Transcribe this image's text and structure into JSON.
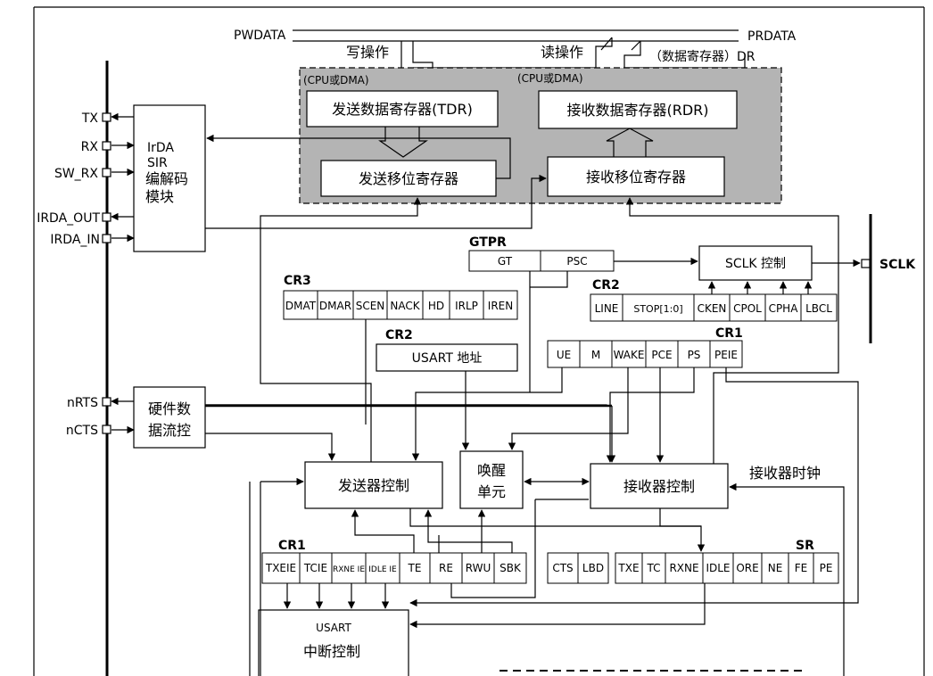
{
  "bus": {
    "pwdata": "PWDATA",
    "prdata": "PRDATA",
    "write_op": "写操作",
    "read_op": "读操作",
    "data_register": "（数据寄存器）DR",
    "cpu_dma_write": "(CPU或DMA)",
    "cpu_dma_read": "(CPU或DMA)"
  },
  "registers": {
    "tdr": "发送数据寄存器(TDR)",
    "rdr": "接收数据寄存器(RDR)",
    "tx_shift": "发送移位寄存器",
    "rx_shift": "接收移位寄存器"
  },
  "pins": {
    "tx": "TX",
    "rx": "RX",
    "sw_rx": "SW_RX",
    "irda_out": "IRDA_OUT",
    "irda_in": "IRDA_IN",
    "nrts": "nRTS",
    "ncts": "nCTS",
    "sclk": "SCLK"
  },
  "irda": {
    "line1": "IrDA",
    "line2": "SIR",
    "line3": "编解码",
    "line4": "模块"
  },
  "gtpr": {
    "title": "GTPR",
    "gt": "GT",
    "psc": "PSC"
  },
  "sclk_ctrl": "SCLK 控制",
  "cr3": {
    "title": "CR3",
    "bits": [
      "DMAT",
      "DMAR",
      "SCEN",
      "NACK",
      "HD",
      "IRLP",
      "IREN"
    ]
  },
  "cr2_top": {
    "title": "CR2",
    "bits": [
      "LINE",
      "STOP[1:0]",
      "CKEN",
      "CPOL",
      "CPHA",
      "LBCL"
    ]
  },
  "cr2_addr": {
    "title": "CR2",
    "label": "USART 地址"
  },
  "cr1_top": {
    "title": "CR1",
    "bits": [
      "UE",
      "M",
      "WAKE",
      "PCE",
      "PS",
      "PEIE"
    ]
  },
  "flow": {
    "line1": "硬件数",
    "line2": "据流控"
  },
  "tx_ctrl": "发送器控制",
  "wakeup": {
    "line1": "唤醒",
    "line2": "单元"
  },
  "rx_ctrl": "接收器控制",
  "rx_clock": "接收器时钟",
  "cr1_bottom": {
    "title": "CR1",
    "bits": [
      "TXEIE",
      "TCIE",
      "RXNE IE",
      "IDLE IE",
      "TE",
      "RE",
      "RWU",
      "SBK"
    ]
  },
  "sr": {
    "title": "SR",
    "bits": [
      "CTS",
      "LBD",
      "TXE",
      "TC",
      "RXNE",
      "IDLE",
      "ORE",
      "NE",
      "FE",
      "PE"
    ]
  },
  "irq": {
    "line1": "USART",
    "line2": "中断控制"
  }
}
